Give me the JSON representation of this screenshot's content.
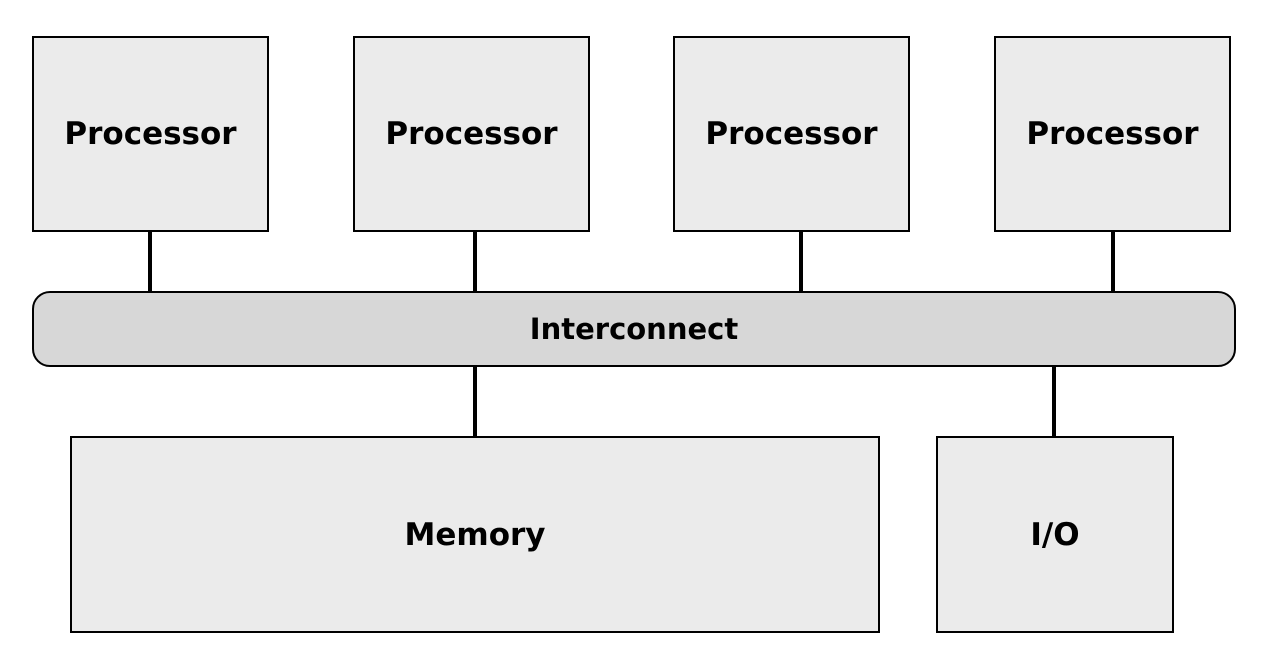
{
  "processors": [
    {
      "label": "Processor"
    },
    {
      "label": "Processor"
    },
    {
      "label": "Processor"
    },
    {
      "label": "Processor"
    }
  ],
  "interconnect": {
    "label": "Interconnect"
  },
  "memory": {
    "label": "Memory"
  },
  "io": {
    "label": "I/O"
  },
  "colors": {
    "box_fill": "#ebebeb",
    "bus_fill": "#d7d7d7",
    "stroke": "#000000"
  }
}
